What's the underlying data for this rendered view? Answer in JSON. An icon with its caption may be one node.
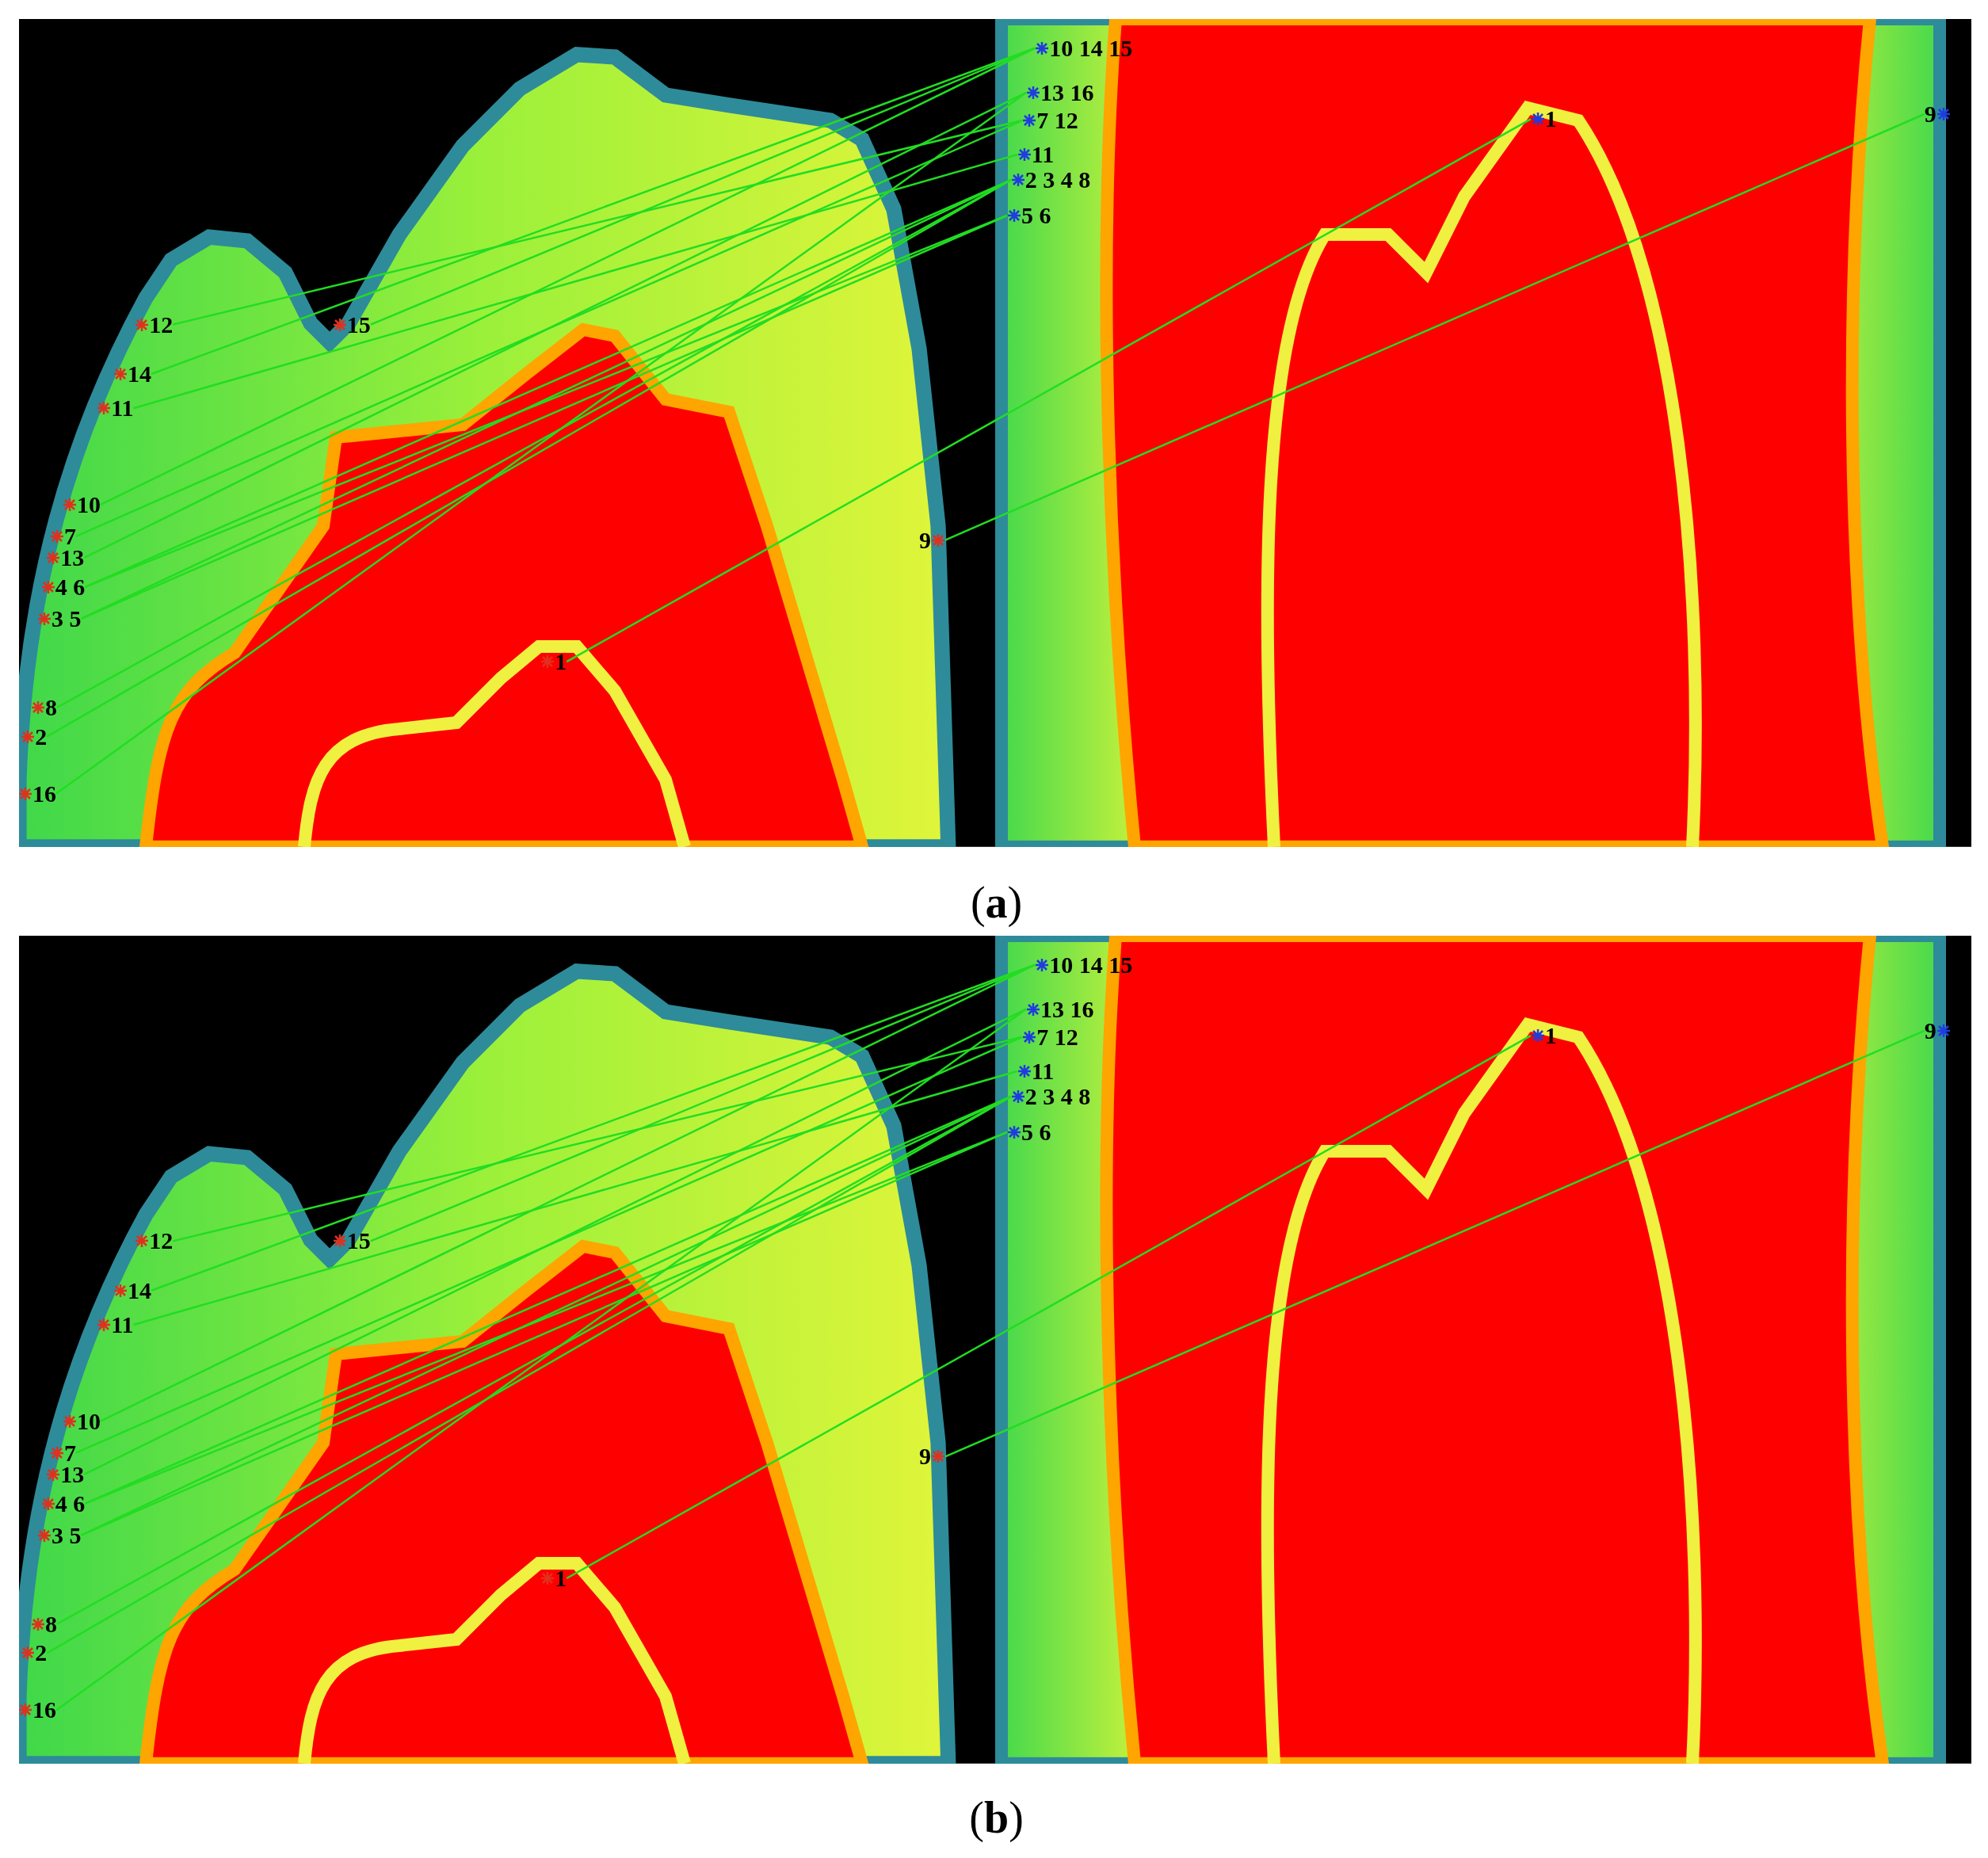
{
  "diagram": {
    "nodes": [
      {
        "text": [
          "12"
        ]
      },
      {
        "text": [
          "15"
        ]
      },
      {
        "text": [
          "14"
        ]
      },
      {
        "text": [
          "11"
        ]
      },
      {
        "text": [
          "10"
        ]
      },
      {
        "text": [
          "7"
        ]
      },
      {
        "text": [
          "13"
        ]
      },
      {
        "text": [
          "4 6"
        ]
      },
      {
        "text": [
          "3 5"
        ]
      },
      {
        "text": [
          "8"
        ]
      },
      {
        "text": [
          "2"
        ]
      },
      {
        "text": [
          "16"
        ]
      },
      {
        "text": [
          "1"
        ]
      },
      {
        "text": [
          "9"
        ]
      },
      {
        "text": [
          "10 14 15"
        ]
      },
      {
        "text": [
          "13 16"
        ]
      },
      {
        "text": [
          "7 12"
        ]
      },
      {
        "text": [
          "11"
        ]
      },
      {
        "text": [
          "2 3 4 8"
        ]
      },
      {
        "text": [
          "5 6"
        ]
      },
      {
        "text": [
          "1"
        ]
      },
      {
        "text": [
          "9"
        ]
      },
      {
        "text": [
          "12"
        ]
      },
      {
        "text": [
          "15"
        ]
      },
      {
        "text": [
          "14"
        ]
      },
      {
        "text": [
          "11"
        ]
      },
      {
        "text": [
          "10"
        ]
      },
      {
        "text": [
          "7"
        ]
      },
      {
        "text": [
          "13"
        ]
      },
      {
        "text": [
          "4 6"
        ]
      },
      {
        "text": [
          "3 5"
        ]
      },
      {
        "text": [
          "8"
        ]
      },
      {
        "text": [
          "2"
        ]
      },
      {
        "text": [
          "16"
        ]
      },
      {
        "text": [
          "1"
        ]
      },
      {
        "text": [
          "9"
        ]
      },
      {
        "text": [
          "10 14 15"
        ]
      },
      {
        "text": [
          "13 16"
        ]
      },
      {
        "text": [
          "7 12"
        ]
      },
      {
        "text": [
          "11"
        ]
      },
      {
        "text": [
          "2 3 4 8"
        ]
      },
      {
        "text": [
          "5 6"
        ]
      },
      {
        "text": [
          "1"
        ]
      },
      {
        "text": [
          "9"
        ]
      }
    ],
    "edges": [
      {
        "from": 12,
        "to": 20,
        "arrow": "none"
      },
      {
        "from": 10,
        "to": 18,
        "arrow": "none"
      },
      {
        "from": 8,
        "to": 18,
        "arrow": "none"
      },
      {
        "from": 7,
        "to": 18,
        "arrow": "none"
      },
      {
        "from": 8,
        "to": 19,
        "arrow": "none"
      },
      {
        "from": 7,
        "to": 19,
        "arrow": "none"
      },
      {
        "from": 5,
        "to": 16,
        "arrow": "none"
      },
      {
        "from": 9,
        "to": 18,
        "arrow": "none"
      },
      {
        "from": 13,
        "to": 21,
        "arrow": "none"
      },
      {
        "from": 4,
        "to": 14,
        "arrow": "none"
      },
      {
        "from": 3,
        "to": 17,
        "arrow": "none"
      },
      {
        "from": 0,
        "to": 16,
        "arrow": "none"
      },
      {
        "from": 6,
        "to": 15,
        "arrow": "none"
      },
      {
        "from": 2,
        "to": 14,
        "arrow": "none"
      },
      {
        "from": 1,
        "to": 14,
        "arrow": "none"
      },
      {
        "from": 11,
        "to": 15,
        "arrow": "none"
      },
      {
        "from": 34,
        "to": 42,
        "arrow": "none"
      },
      {
        "from": 32,
        "to": 40,
        "arrow": "none"
      },
      {
        "from": 30,
        "to": 40,
        "arrow": "none"
      },
      {
        "from": 29,
        "to": 40,
        "arrow": "none"
      },
      {
        "from": 30,
        "to": 41,
        "arrow": "none"
      },
      {
        "from": 29,
        "to": 41,
        "arrow": "none"
      },
      {
        "from": 27,
        "to": 38,
        "arrow": "none"
      },
      {
        "from": 31,
        "to": 40,
        "arrow": "none"
      },
      {
        "from": 35,
        "to": 43,
        "arrow": "none"
      },
      {
        "from": 26,
        "to": 36,
        "arrow": "none"
      },
      {
        "from": 25,
        "to": 39,
        "arrow": "none"
      },
      {
        "from": 22,
        "to": 38,
        "arrow": "none"
      },
      {
        "from": 28,
        "to": 37,
        "arrow": "none"
      },
      {
        "from": 24,
        "to": 36,
        "arrow": "none"
      },
      {
        "from": 23,
        "to": 36,
        "arrow": "none"
      },
      {
        "from": 33,
        "to": 37,
        "arrow": "none"
      }
    ],
    "labels": [
      "(**a**)",
      "(**b**)"
    ]
  }
}
